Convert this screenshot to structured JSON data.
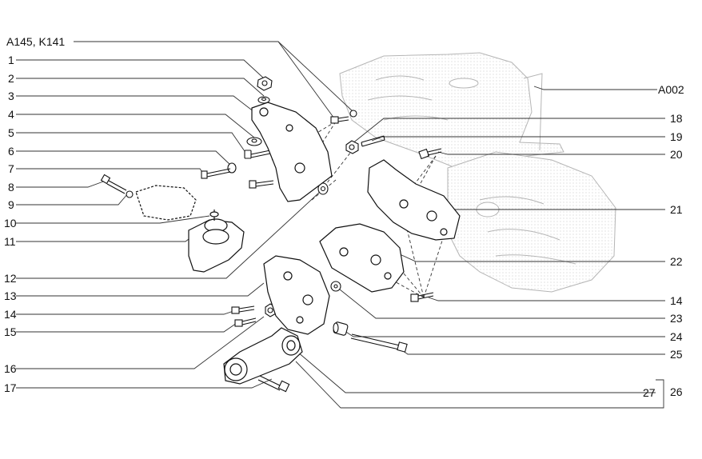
{
  "diagram": {
    "left_labels": [
      "A145, K141",
      "1",
      "2",
      "3",
      "4",
      "5",
      "6",
      "7",
      "8",
      "9",
      "10",
      "11",
      "12",
      "13",
      "14",
      "15",
      "16",
      "17"
    ],
    "right_labels": [
      "A002",
      "18",
      "19",
      "20",
      "21",
      "22",
      "14",
      "23",
      "24",
      "25",
      "27",
      "26"
    ]
  }
}
